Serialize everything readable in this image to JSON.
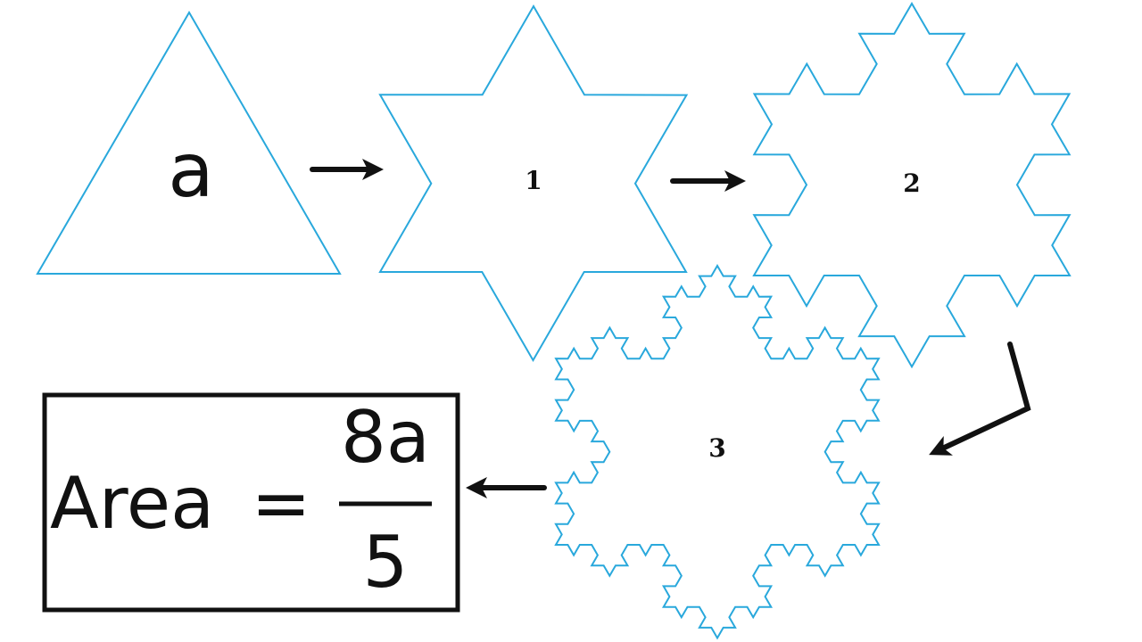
{
  "colors": {
    "outline": "#29a8dc",
    "ink": "#111111"
  },
  "stages": [
    {
      "label": "a",
      "iteration": 0
    },
    {
      "label": "1",
      "iteration": 1
    },
    {
      "label": "2",
      "iteration": 2
    },
    {
      "label": "3",
      "iteration": 3
    }
  ],
  "formula": {
    "lhs": "Area",
    "equals": "=",
    "numerator": "8a",
    "denominator": "5"
  }
}
